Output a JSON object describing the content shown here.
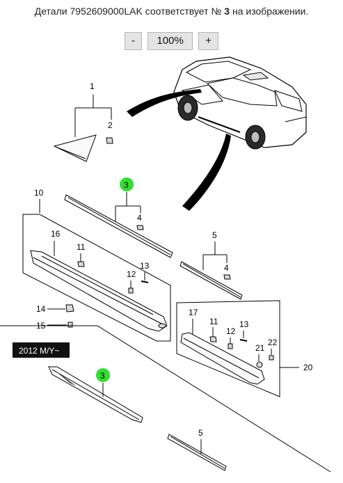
{
  "header": {
    "text_before": "Детали 7952609000LAK соответствует №",
    "highlight_number": "3",
    "text_after": "на изображении."
  },
  "zoom": {
    "minus_label": "-",
    "value": "100%",
    "plus_label": "+"
  },
  "diagram": {
    "callouts": [
      "1",
      "2",
      "3",
      "4",
      "10",
      "16",
      "11",
      "12",
      "13",
      "14",
      "15",
      "5",
      "4",
      "17",
      "11",
      "12",
      "13",
      "21",
      "22",
      "20",
      "3",
      "5"
    ],
    "highlight_color": "#33dd33",
    "model_year_badge": "2012 M/Y~"
  }
}
